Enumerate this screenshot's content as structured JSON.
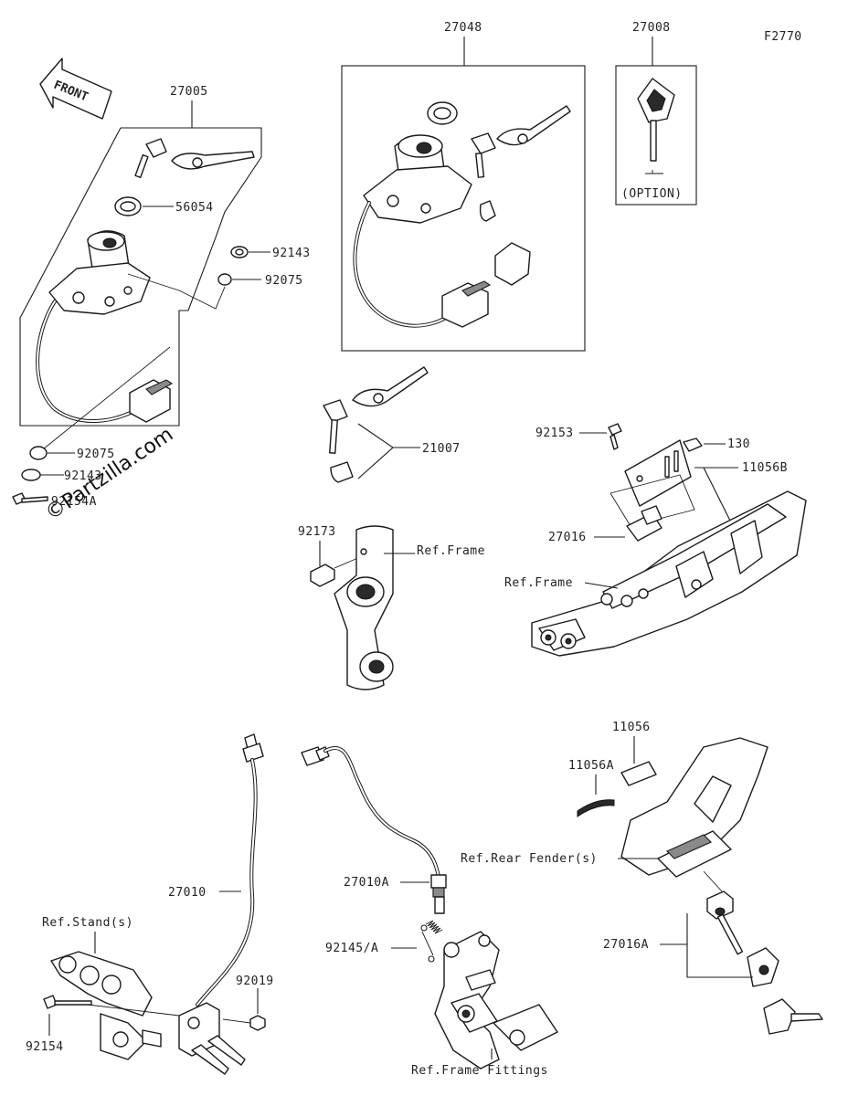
{
  "figure": {
    "code": "F2770",
    "front_label": "FRONT",
    "watermark": "©Partzilla.com",
    "option_label": "(OPTION)"
  },
  "labels": {
    "p27005": "27005",
    "p56054": "56054",
    "p92143": "92143",
    "p92075_a": "92075",
    "p92075_b": "92075",
    "p92143_b": "92143",
    "p92154a": "92154A",
    "p27048": "27048",
    "p27008": "27008",
    "p21007": "21007",
    "p92153": "92153",
    "p130": "130",
    "p11056b": "11056B",
    "p27016": "27016",
    "ref_frame_1": "Ref.Frame",
    "ref_frame_2": "Ref.Frame",
    "p92173": "92173",
    "p27010": "27010",
    "ref_stand": "Ref.Stand(s)",
    "p92019": "92019",
    "p92154": "92154",
    "p27010a": "27010A",
    "p92145a": "92145/A",
    "ref_frame_fittings": "Ref.Frame Fittings",
    "p11056": "11056",
    "p11056a": "11056A",
    "ref_rear_fender": "Ref.Rear Fender(s)",
    "p27016a": "27016A"
  }
}
